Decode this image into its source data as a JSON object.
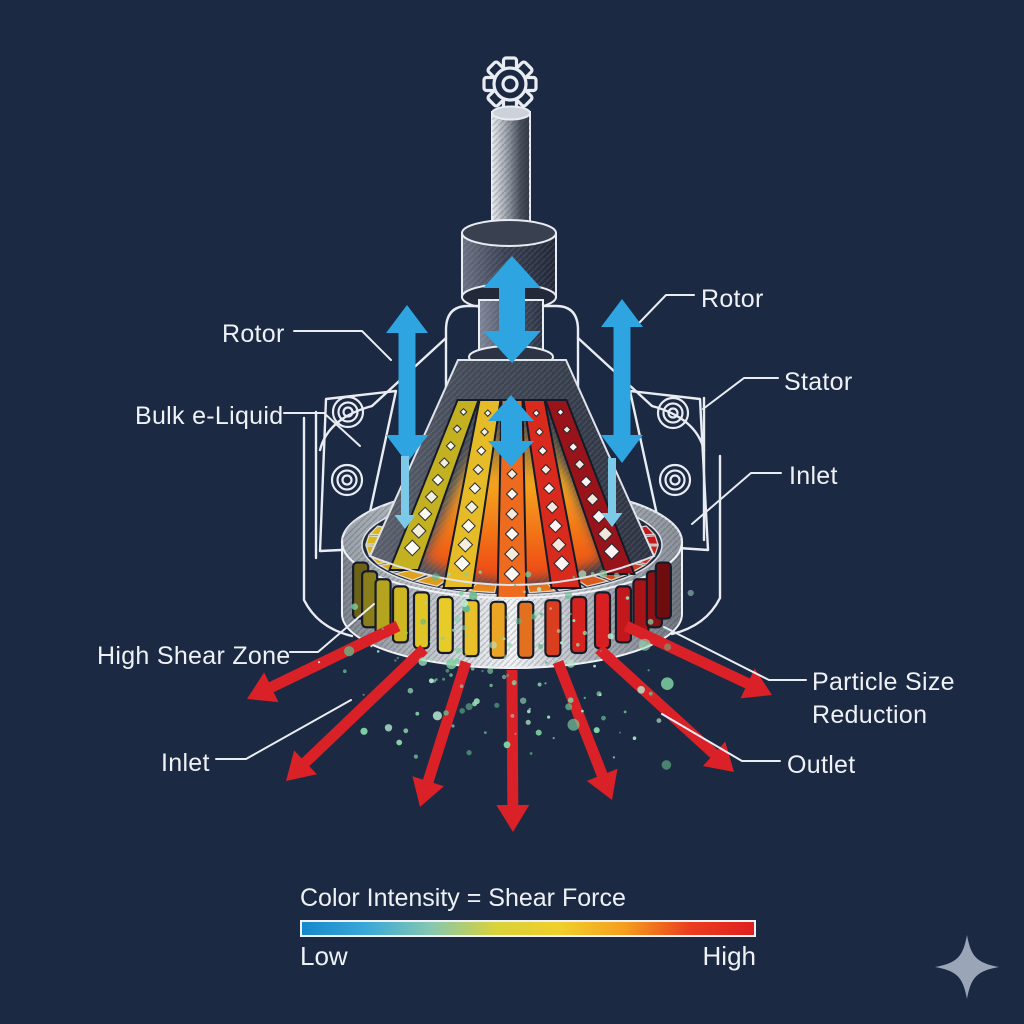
{
  "labels": {
    "rotor_left": "Rotor",
    "rotor_right": "Rotor",
    "stator": "Stator",
    "inlet_right": "Inlet",
    "bulk_e_liquid": "Bulk e-Liquid",
    "high_shear_zone": "High Shear Zone",
    "inlet_left": "Inlet",
    "particle_size_reduction": "Particle Size\nReduction",
    "outlet": "Outlet"
  },
  "legend": {
    "title": "Color Intensity = Shear Force",
    "low_label": "Low",
    "high_label": "High",
    "gradient_stops": [
      "#1787cb",
      "#3aa8d8",
      "#86c7b0",
      "#d9d23a",
      "#f0cf2b",
      "#f59e1e",
      "#ea3f1f",
      "#df1f1f"
    ]
  },
  "icons": {
    "top": "gear-icon",
    "watermark": "sparkle-icon"
  },
  "colors": {
    "background": "#1b2942",
    "outline": "#e9edf3",
    "label_text": "#eef2f7",
    "arrow_blue": "#2ea4e0",
    "arrow_blue_light": "#7cc9e8",
    "arrow_red": "#da2127",
    "particle_green": [
      "#7fd0a2",
      "#9adfb8",
      "#62b88a",
      "#b7e8cf"
    ],
    "metal_light": "#f2f4f6",
    "metal_dark": "#878d96",
    "sparkle": "#9aa6b8",
    "glow_top": "#f6a61c",
    "glow_bottom": "#ee4316",
    "tooth_left": "#d7b722",
    "tooth_mid": "#e6871e",
    "tooth_right": "#c41a1e",
    "strip_colors": [
      "#c3b122",
      "#e5bc27",
      "#ee6a1e",
      "#d92a1e",
      "#99141a"
    ],
    "slot_colors": [
      "#6b6118",
      "#8a7d1c",
      "#b5a41f",
      "#cdb723",
      "#dfc626",
      "#e7cb28",
      "#e9c02a",
      "#e9a523",
      "#e2701f",
      "#d93f1e",
      "#d6231f",
      "#d81f22",
      "#c2181c",
      "#a61418",
      "#8c1014",
      "#6e0c10"
    ]
  }
}
